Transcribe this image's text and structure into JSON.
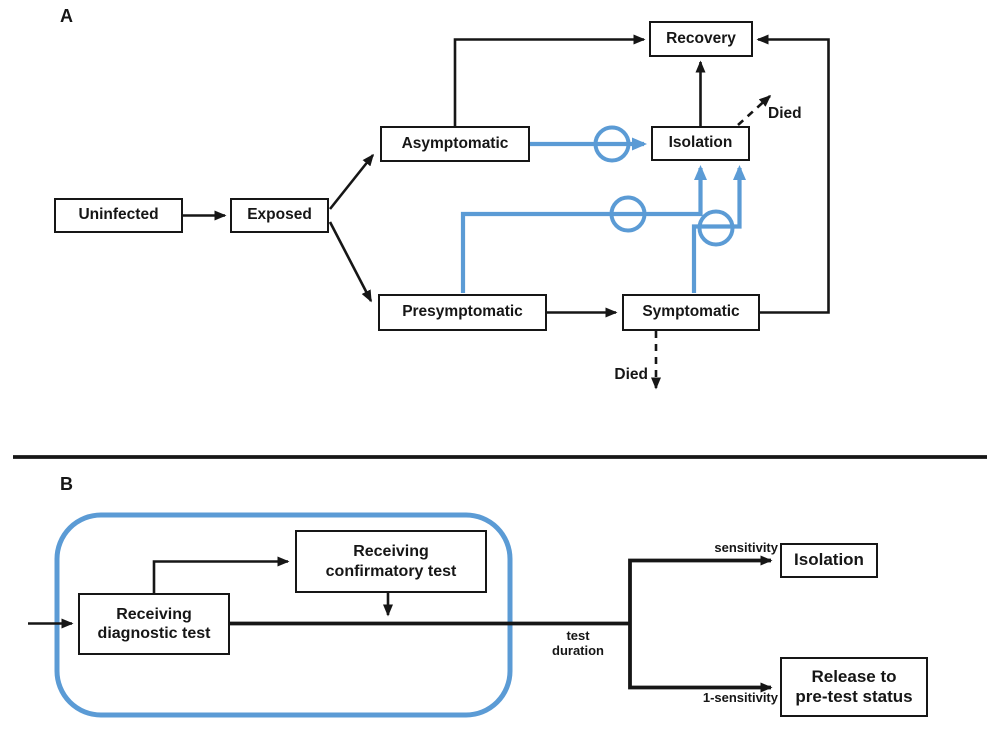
{
  "colors": {
    "accent_blue": "#5B9BD5",
    "line_black": "#161616"
  },
  "panel_a": {
    "label": "A",
    "nodes": {
      "uninfected": "Uninfected",
      "exposed": "Exposed",
      "asymptomatic": "Asymptomatic",
      "presymptomatic": "Presymptomatic",
      "symptomatic": "Symptomatic",
      "isolation": "Isolation",
      "recovery": "Recovery"
    },
    "labels": {
      "died_from_isolation": "Died",
      "died_from_symptomatic": "Died"
    }
  },
  "panel_b": {
    "label": "B",
    "nodes": {
      "diagnostic_line1": "Receiving",
      "diagnostic_line2": "diagnostic test",
      "confirmatory_line1": "Receiving",
      "confirmatory_line2": "confirmatory test",
      "isolation": "Isolation",
      "release_line1": "Release to",
      "release_line2": "pre-test status"
    },
    "labels": {
      "sensitivity": "sensitivity",
      "one_minus_sensitivity": "1-sensitivity",
      "test_duration_line1": "test",
      "test_duration_line2": "duration"
    }
  }
}
